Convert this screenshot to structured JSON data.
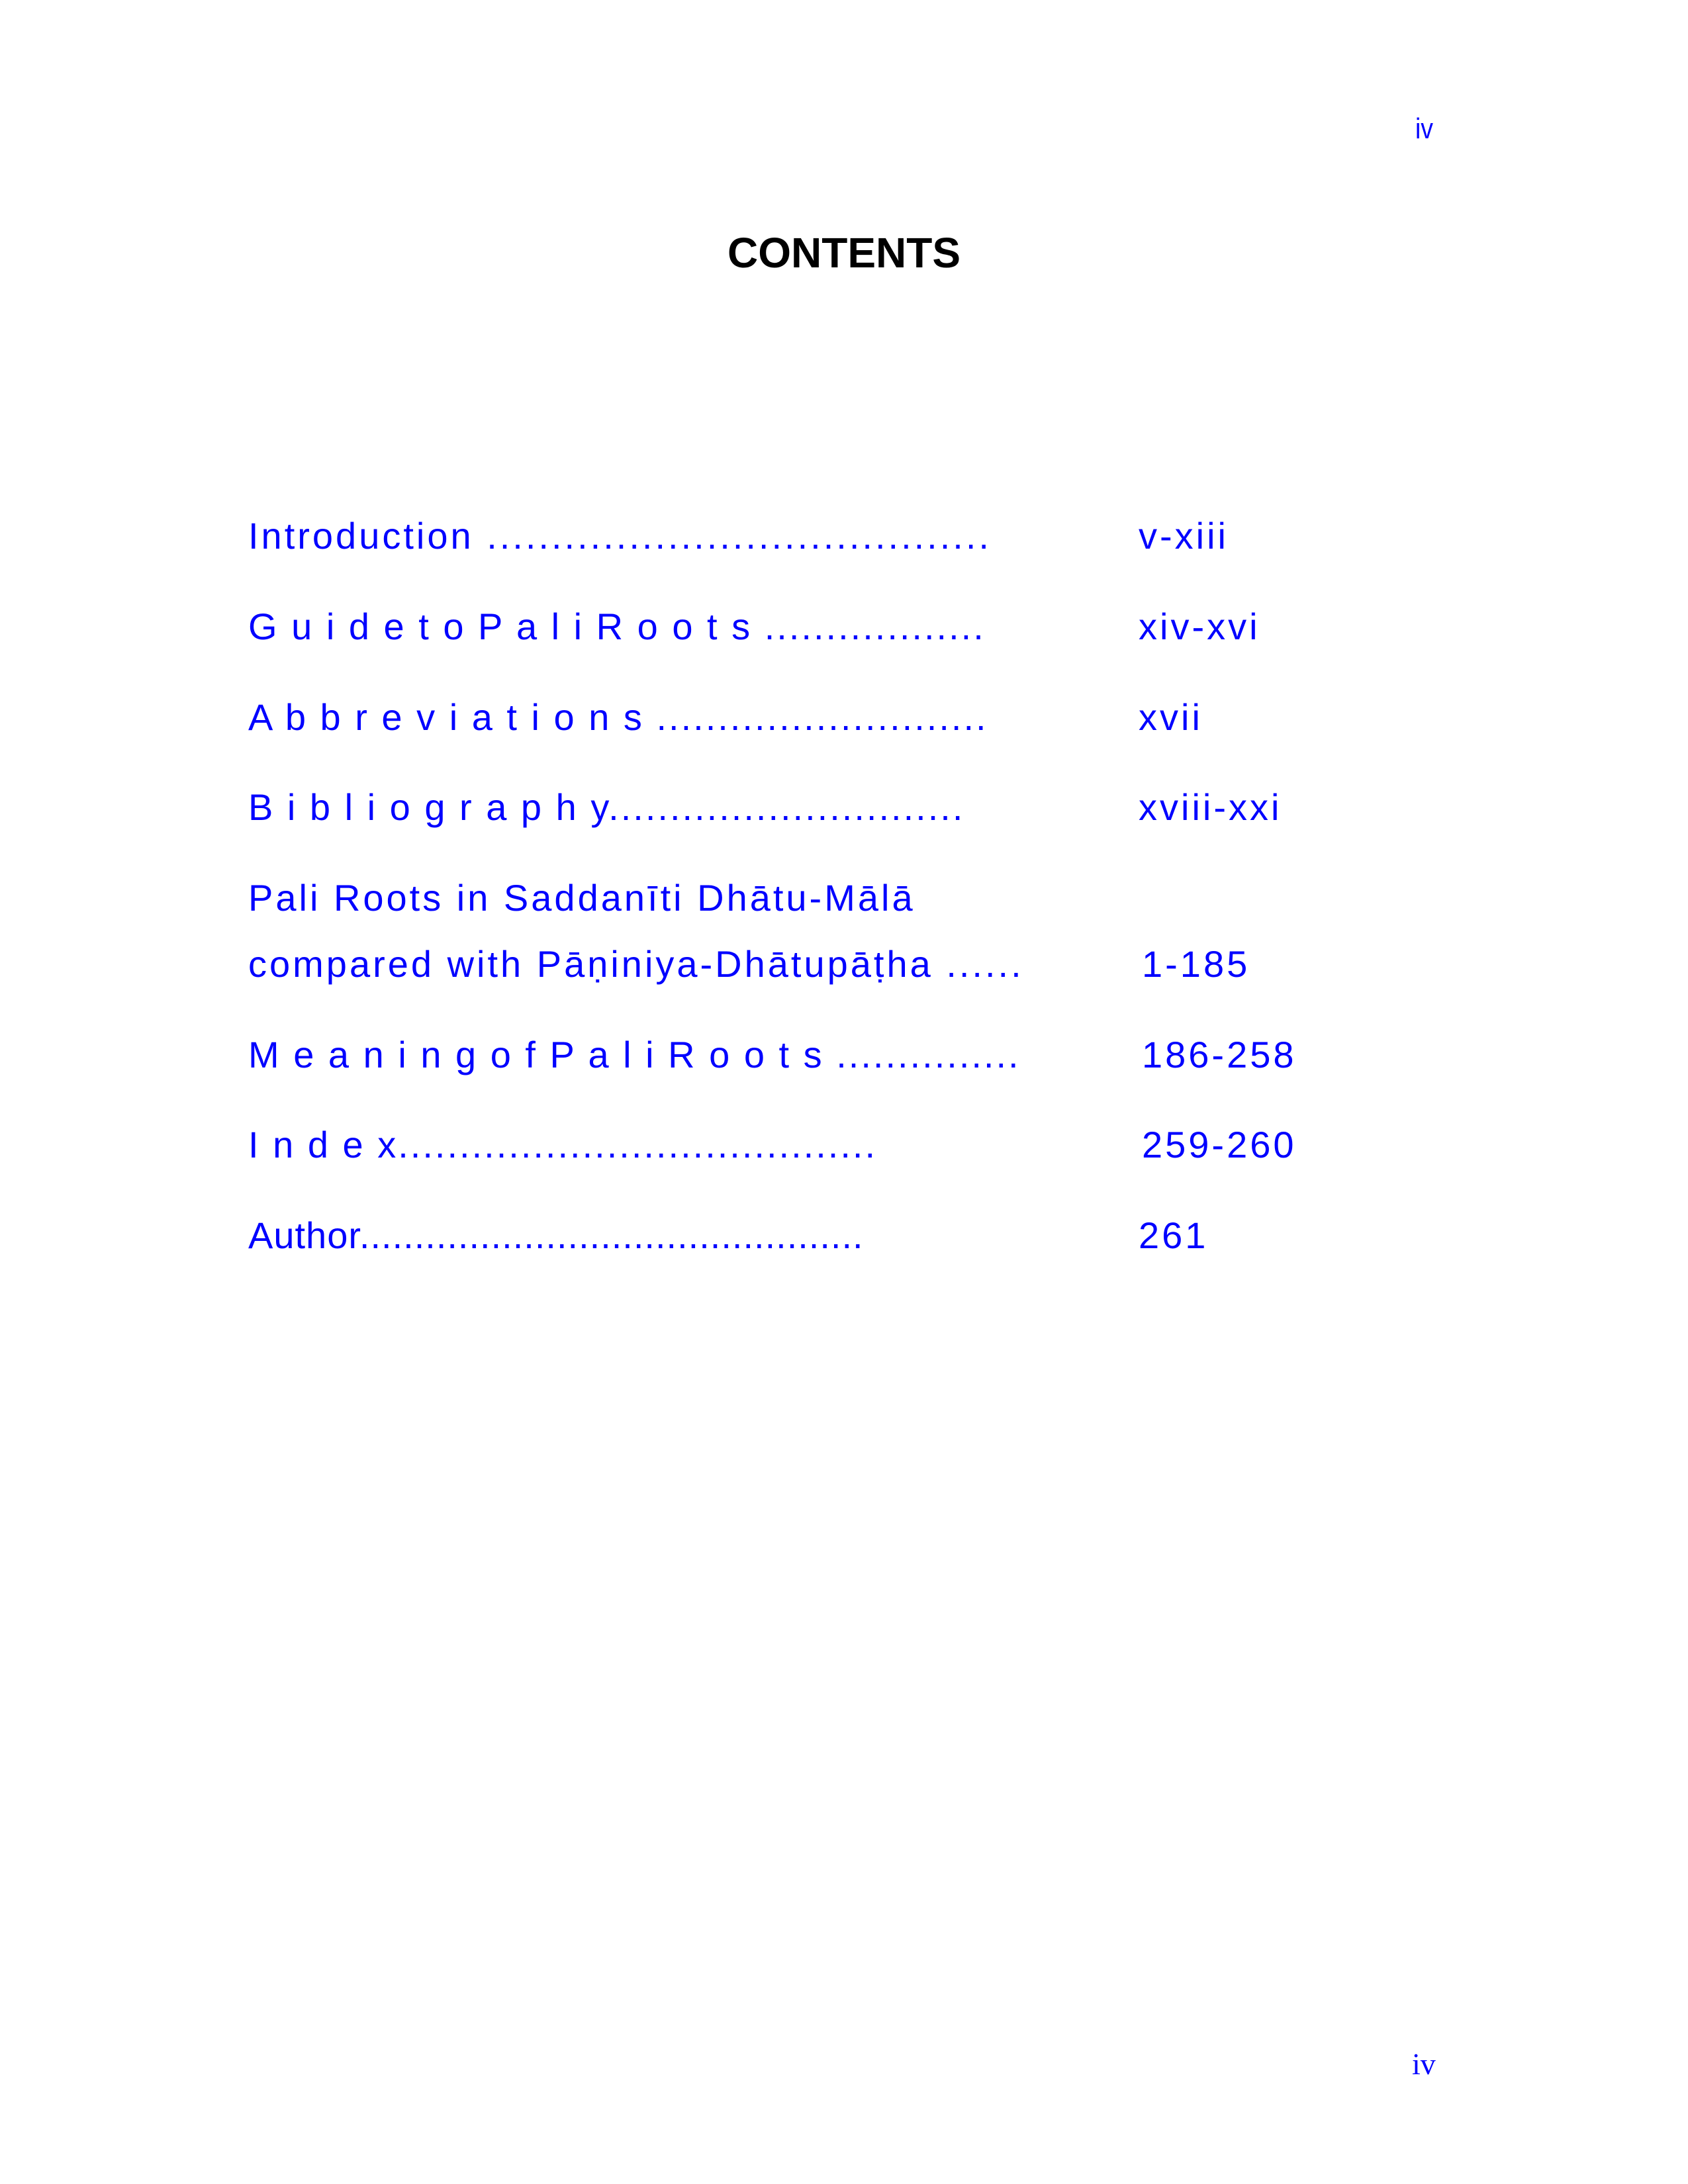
{
  "header": {
    "page_number": "iv"
  },
  "title": "CONTENTS",
  "toc": {
    "entries": [
      {
        "label": "Introduction .......................................",
        "pages": "v-xiii"
      },
      {
        "label": "G u i d e  t o  P a l i  R o o t s  ..................",
        "pages": "xiv-xvi"
      },
      {
        "label": "A b b r e v i a t i o n s  ...........................",
        "pages": "xvii"
      },
      {
        "label": "B i b l i o g r a p h y.............................",
        "pages": "xviii-xxi"
      },
      {
        "label_line1": "Pali Roots in Saddanīti Dhātu-Mālā",
        "label": "compared with Pāṇiniya-Dhātupāṭha ......",
        "pages": "1-185"
      },
      {
        "label": "M e a n i n g  o f  P a l i  R o o t s  ...............",
        "pages": "186-258"
      },
      {
        "label": "I n d e x.......................................",
        "pages": "259-260"
      },
      {
        "label": "Author..............................................",
        "pages": "261"
      }
    ]
  },
  "footer": {
    "page_number": "iv"
  },
  "colors": {
    "text_blue": "#0000ff",
    "title_black": "#000000"
  }
}
